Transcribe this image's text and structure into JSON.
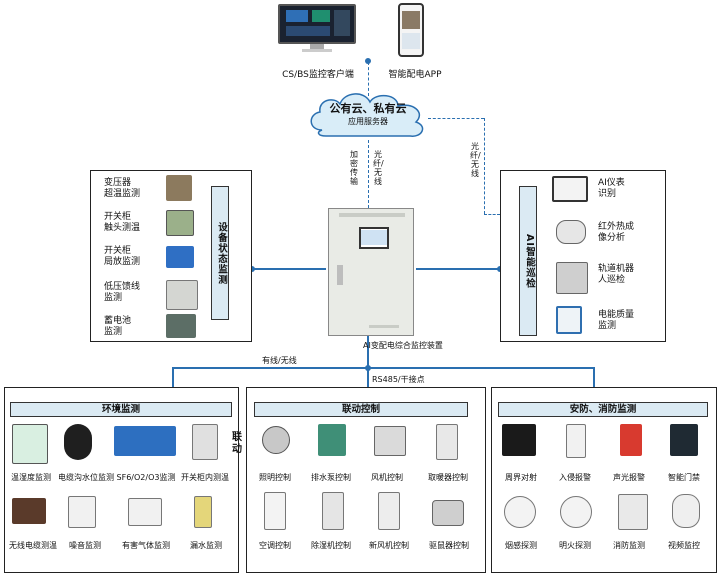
{
  "top": {
    "client_label": "CS/BS监控客户端",
    "app_label": "智能配电APP"
  },
  "cloud": {
    "title": "公有云、私有云",
    "subtitle": "应用服务器"
  },
  "links": {
    "encrypt": "加密传输",
    "fiber_wireless_1": "光纤/无线",
    "fiber_wireless_2": "光纤/无线",
    "wired_wireless": "有线/无线",
    "rs485": "RS485/干接点"
  },
  "cabinet": {
    "label": "AI变配电综合监控装置"
  },
  "device_status": {
    "title": "设备状态监测",
    "items": [
      "变压器\n超温监测",
      "开关柜\n触头测温",
      "开关柜\n局放监测",
      "低压馈线\n监测",
      "蓄电池\n监测"
    ]
  },
  "ai_patrol": {
    "title": "AI智能巡检",
    "items": [
      "AI仪表\n识别",
      "红外热成\n像分析",
      "轨道机器\n人巡检",
      "电能质量\n监测"
    ]
  },
  "env": {
    "title": "环境监测",
    "row1": [
      "温湿度监测",
      "电缆沟水位监测",
      "SF6/O2/O3监测",
      "开关柜内测温"
    ],
    "row2": [
      "无线电缆测温",
      "噪音监测",
      "有害气体监测",
      "漏水监测"
    ]
  },
  "linkage": {
    "side_label": "联动",
    "title": "联动控制",
    "row1": [
      "照明控制",
      "排水泵控制",
      "风机控制",
      "取暖器控制"
    ],
    "row2": [
      "空调控制",
      "除湿机控制",
      "新风机控制",
      "驱鼠器控制"
    ]
  },
  "security": {
    "title": "安防、消防监测",
    "row1": [
      "周界对射",
      "入侵报警",
      "声光报警",
      "智能门禁"
    ],
    "row2": [
      "烟感探测",
      "明火探测",
      "消防监测",
      "视频监控"
    ]
  },
  "colors": {
    "line": "#2a6fb0",
    "bar_fill": "#dbeaf3"
  }
}
